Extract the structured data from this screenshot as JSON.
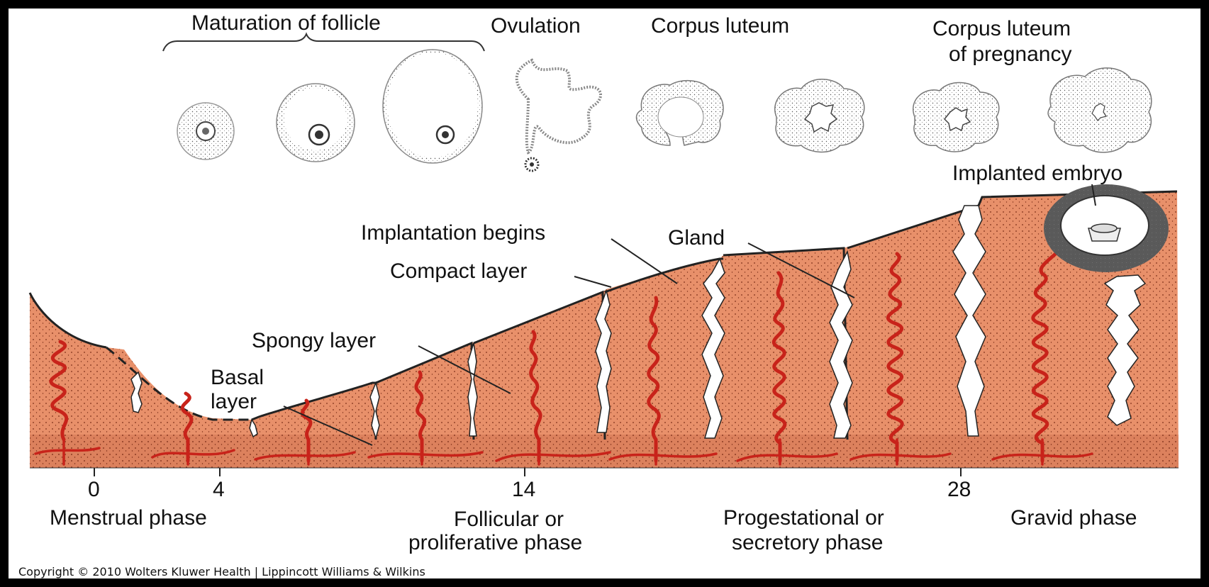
{
  "top_labels": {
    "maturation": "Maturation of follicle",
    "ovulation": "Ovulation",
    "corpus_luteum": "Corpus luteum",
    "corpus_luteum_pregnancy_1": "Corpus luteum",
    "corpus_luteum_pregnancy_2": "of pregnancy"
  },
  "callouts": {
    "implanted_embryo": "Implanted embryo",
    "implantation_begins": "Implantation begins",
    "gland": "Gland",
    "compact_layer": "Compact layer",
    "spongy_layer": "Spongy layer",
    "basal_layer_1": "Basal",
    "basal_layer_2": "layer"
  },
  "day_ticks": [
    "0",
    "4",
    "14",
    "28"
  ],
  "phases": {
    "menstrual": "Menstrual phase",
    "follicular_1": "Follicular or",
    "follicular_2": "proliferative phase",
    "progestational_1": "Progestational or",
    "progestational_2": "secretory phase",
    "gravid": "Gravid phase"
  },
  "copyright": "Copyright © 2010 Wolters Kluwer Health | Lippincott Williams & Wilkins",
  "colors": {
    "endometrium": "#e8906a",
    "basal": "#d77b58",
    "vessel": "#c8231a",
    "outline": "#222222"
  }
}
